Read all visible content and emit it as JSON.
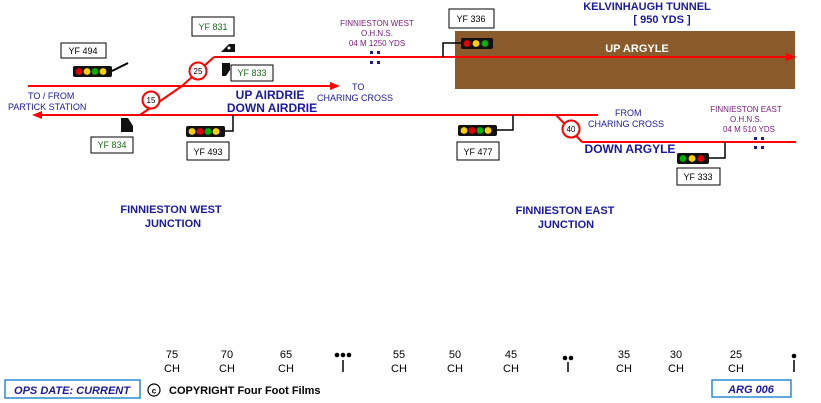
{
  "tunnel": {
    "name": "KELVINHAUGH TUNNEL",
    "length": "[ 950 YDS ]",
    "fill": "#8b5a2b"
  },
  "track_color": "#ff0000",
  "lines": {
    "up_argyle": "UP ARGYLE",
    "up_airdrie": "UP AIRDRIE",
    "down_airdrie": "DOWN AIRDRIE",
    "down_argyle": "DOWN ARGYLE"
  },
  "directions": {
    "partick_1": "TO / FROM",
    "partick_2": "PARTICK STATION",
    "to_cc_1": "TO",
    "to_cc_2": "CHARING CROSS",
    "from_cc_1": "FROM",
    "from_cc_2": "CHARING CROSS"
  },
  "ohns": {
    "west": [
      "FINNIESTON WEST",
      "O.H.N.S.",
      "04 M 1250 YDS"
    ],
    "east": [
      "FINNIESTON EAST",
      "O.H.N.S.",
      "04 M 510 YDS"
    ]
  },
  "signals": {
    "yf494": "YF 494",
    "yf831": "YF 831",
    "yf833": "YF 833",
    "yf834": "YF 834",
    "yf493": "YF 493",
    "yf336": "YF 336",
    "yf477": "YF 477",
    "yf333": "YF 333"
  },
  "speeds": {
    "s25": "25",
    "s15": "15",
    "s40": "40"
  },
  "junctions": {
    "west_1": "FINNIESTON WEST",
    "west_2": "JUNCTION",
    "east_1": "FINNIESTON EAST",
    "east_2": "JUNCTION"
  },
  "mileposts": [
    {
      "num": "75",
      "unit": "CH"
    },
    {
      "num": "70",
      "unit": "CH"
    },
    {
      "num": "65",
      "unit": "CH"
    },
    {
      "num": "55",
      "unit": "CH"
    },
    {
      "num": "50",
      "unit": "CH"
    },
    {
      "num": "45",
      "unit": "CH"
    },
    {
      "num": "35",
      "unit": "CH"
    },
    {
      "num": "30",
      "unit": "CH"
    },
    {
      "num": "25",
      "unit": "CH"
    }
  ],
  "footer": {
    "ops_date": "OPS DATE: CURRENT",
    "copyright_symbol": "©",
    "copyright": "COPYRIGHT Four Foot Films",
    "ref": "ARG 006"
  },
  "aspect_colors": {
    "red": "#e00000",
    "yellow": "#ffd000",
    "green": "#00b000",
    "yellow2": "#ffd000"
  }
}
